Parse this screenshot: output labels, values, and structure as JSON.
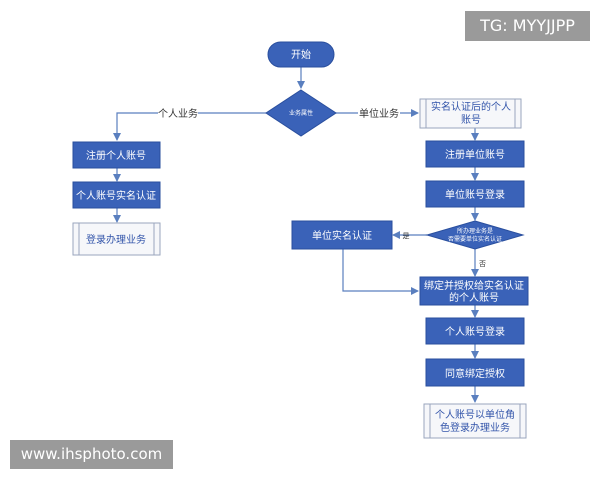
{
  "nodes": {
    "start": "开始",
    "business_type": "业务属性",
    "register_personal": "注册个人账号",
    "personal_real_name": "个人账号实名认证",
    "login_personal_business": "登录办理业务",
    "real_name_personal_line1": "实名认证后的个人",
    "real_name_personal_line2": "账号",
    "register_unit": "注册单位账号",
    "unit_login": "单位账号登录",
    "need_unit_auth_line1": "所办理业务是",
    "need_unit_auth_line2": "否需要单位实名认证",
    "unit_real_name": "单位实名认证",
    "bind_auth_line1": "绑定并授权给实名认证",
    "bind_auth_line2": "的个人账号",
    "personal_login": "个人账号登录",
    "agree_bind": "同意绑定授权",
    "final_line1": "个人账号以单位角",
    "final_line2": "色登录办理业务"
  },
  "edges": {
    "personal_business": "个人业务",
    "unit_business": "单位业务",
    "yes": "是",
    "no": "否"
  },
  "watermarks": {
    "telegram": "TG: MYYJJPP",
    "site": "www.ihsphoto.com"
  },
  "colors": {
    "box_fill": "#3a62b8",
    "box_border": "#2a4f9e",
    "arrow": "#5a7fbf",
    "doc_fill": "#f6f7fa"
  }
}
